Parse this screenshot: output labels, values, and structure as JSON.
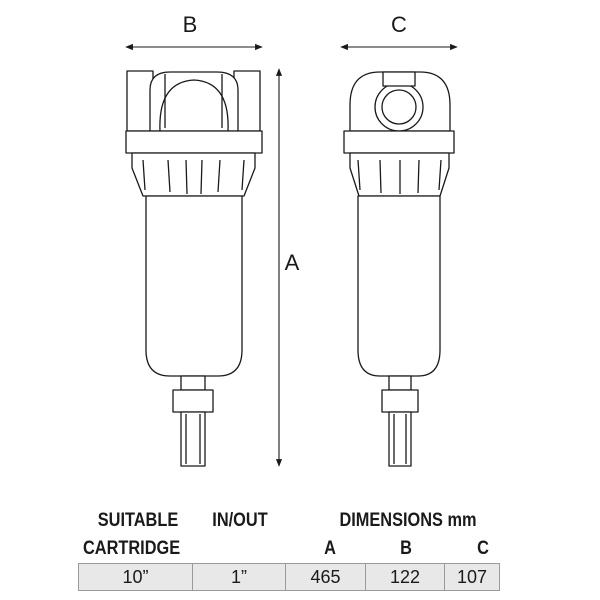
{
  "dimension_labels": {
    "a": "A",
    "b": "B",
    "c": "C"
  },
  "table": {
    "headers": {
      "cartridge_line1": "SUITABLE",
      "cartridge_line2": "CARTRIDGE",
      "inout": "IN/OUT",
      "dimensions": "DIMENSIONS mm",
      "col_a": "A",
      "col_b": "B",
      "col_c": "C"
    },
    "row": {
      "cartridge": "10”",
      "inout": "1”",
      "a": "465",
      "b": "122",
      "c": "107"
    }
  }
}
